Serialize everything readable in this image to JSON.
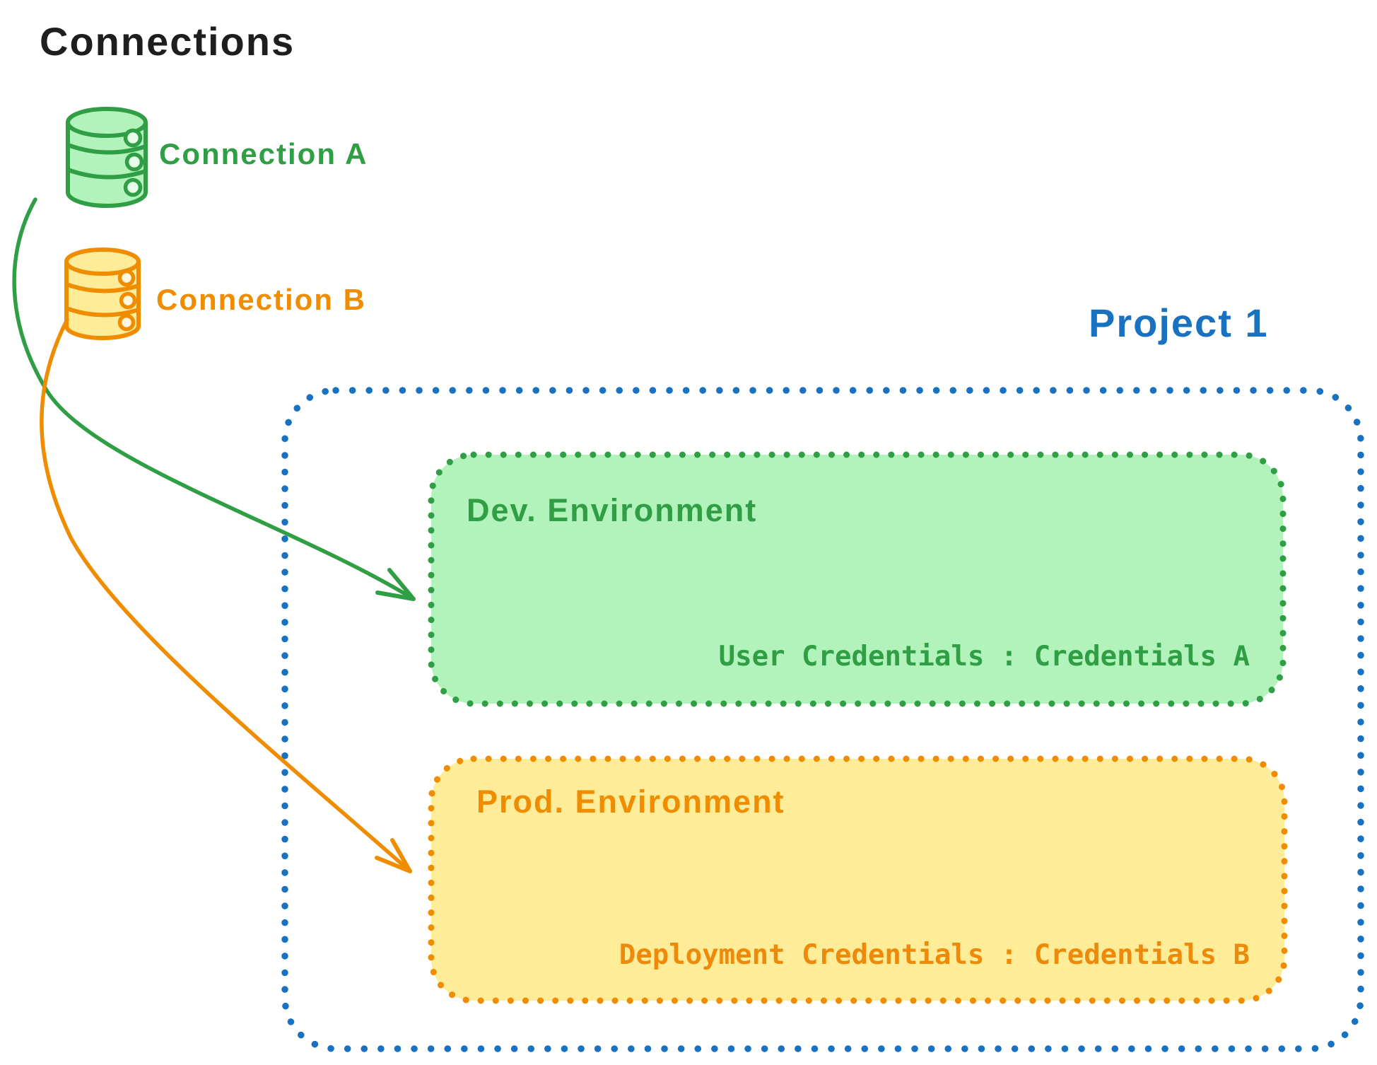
{
  "palette": {
    "black": "#1e1e1e",
    "green": "#2f9e44",
    "green_fill": "#b2f2bb",
    "orange": "#f08c00",
    "orange_fill": "#ffec99",
    "blue": "#1971c2"
  },
  "connections": {
    "heading": "Connections",
    "items": [
      {
        "label": "Connection A",
        "icon": "database-icon",
        "color": "#2f9e44"
      },
      {
        "label": "Connection B",
        "icon": "database-icon",
        "color": "#f08c00"
      }
    ]
  },
  "project": {
    "title": "Project 1",
    "environments": [
      {
        "name": "Dev. Environment",
        "credentials_label": "User Credentials : Credentials A",
        "color": "#2f9e44",
        "fill": "#b2f2bb"
      },
      {
        "name": "Prod. Environment",
        "credentials_label": "Deployment Credentials : Credentials B",
        "color": "#f08c00",
        "fill": "#ffec99"
      }
    ]
  },
  "arrows": [
    {
      "from": "Connection A",
      "to": "Dev. Environment",
      "color": "#2f9e44"
    },
    {
      "from": "Connection B",
      "to": "Prod. Environment",
      "color": "#f08c00"
    }
  ]
}
